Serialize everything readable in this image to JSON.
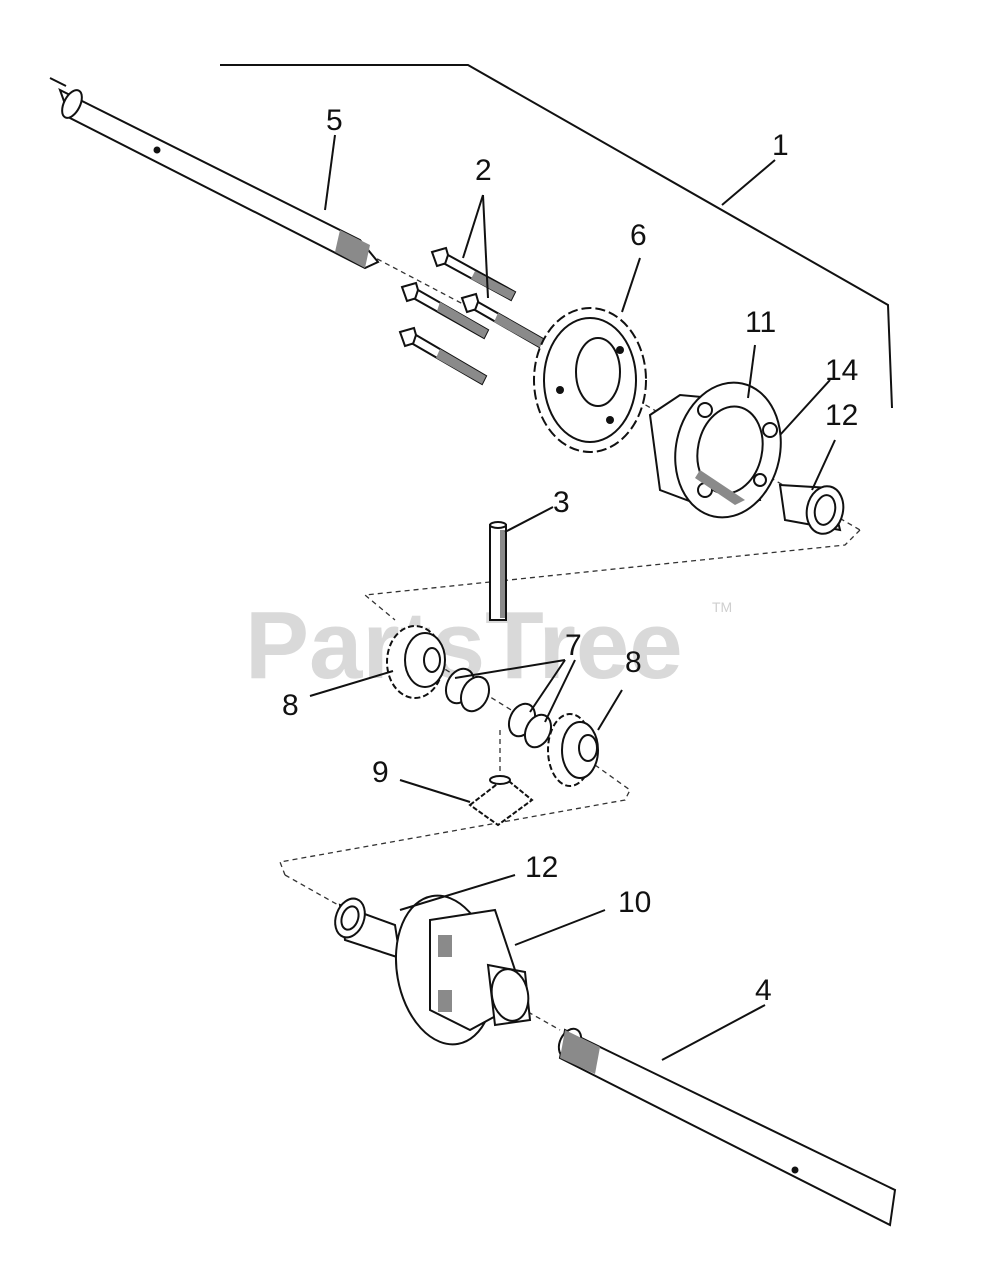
{
  "watermark": {
    "text": "PartsTree",
    "trademark": "TM"
  },
  "callouts": [
    {
      "id": "1",
      "label": "1"
    },
    {
      "id": "2",
      "label": "2"
    },
    {
      "id": "3",
      "label": "3"
    },
    {
      "id": "4",
      "label": "4"
    },
    {
      "id": "5",
      "label": "5"
    },
    {
      "id": "6",
      "label": "6"
    },
    {
      "id": "7",
      "label": "7"
    },
    {
      "id": "8a",
      "label": "8"
    },
    {
      "id": "8b",
      "label": "8"
    },
    {
      "id": "9",
      "label": "9"
    },
    {
      "id": "10",
      "label": "10"
    },
    {
      "id": "11",
      "label": "11"
    },
    {
      "id": "12a",
      "label": "12"
    },
    {
      "id": "12b",
      "label": "12"
    },
    {
      "id": "14",
      "label": "14"
    }
  ]
}
